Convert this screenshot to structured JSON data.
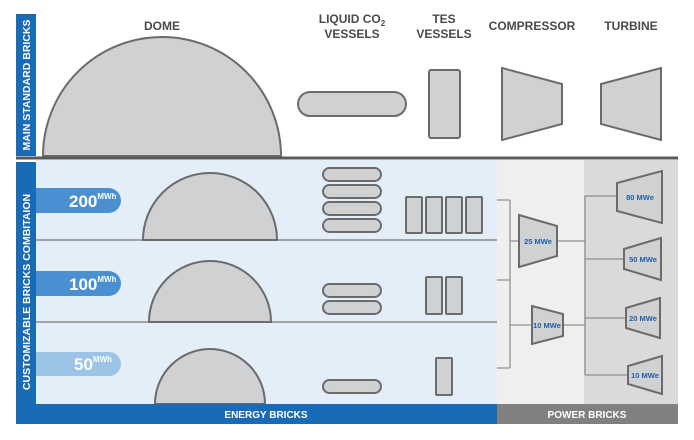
{
  "side_labels": {
    "main": "MAIN STANDARD BRICKS",
    "custom": "CUSTOMIZABLE BRICKS COMBITAION"
  },
  "headers": {
    "dome": "DOME",
    "liquid_line1": "LIQUID CO",
    "liquid_sub": "2",
    "liquid_line2": "VESSELS",
    "tes_line1": "TES",
    "tes_line2": "VESSELS",
    "compressor": "COMPRESSOR",
    "turbine": "TURBINE"
  },
  "rows": [
    {
      "value": "200",
      "unit": "MWh"
    },
    {
      "value": "100",
      "unit": "MWh"
    },
    {
      "value": "50",
      "unit": "MWh"
    }
  ],
  "compressors": [
    "25 MWe",
    "10 MWe"
  ],
  "turbines": [
    "80 MWe",
    "50 MWe",
    "20 MWe",
    "10 MWe"
  ],
  "bottom": {
    "energy": "ENERGY BRICKS",
    "power": "POWER BRICKS"
  },
  "colors": {
    "blue": "#1a6bb5",
    "light_blue_bg": "#e3eef8",
    "pill_blue": "#4a90d0",
    "pill_light": "#9cc4e6",
    "grey_bar": "#808080",
    "shape_fill": "#cfd1d3",
    "shape_stroke": "#6b6b6b"
  }
}
